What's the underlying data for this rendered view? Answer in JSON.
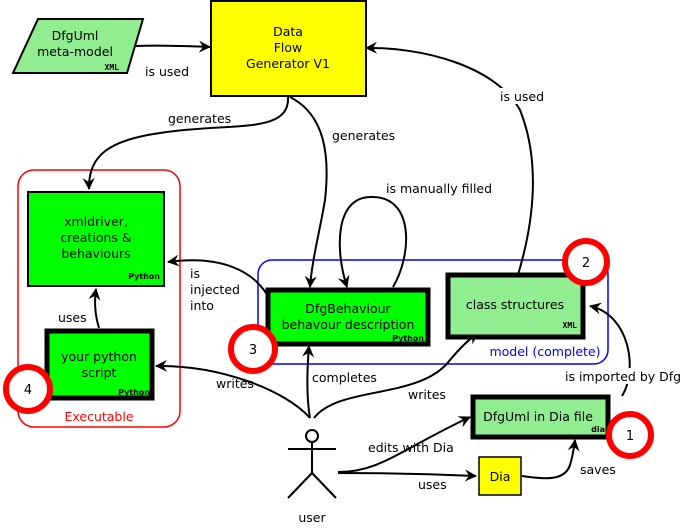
{
  "colors": {
    "yellow": "#ffff00",
    "bright_green": "#00ff00",
    "light_green": "#90ee90",
    "red": "#ff0000",
    "blue": "#0000ff",
    "black": "#000000"
  },
  "nodes": {
    "meta_model": {
      "lines": [
        "DfgUml",
        "meta-model"
      ],
      "tag": "XML"
    },
    "generator": {
      "lines": [
        "Data",
        "Flow",
        "Generator V1"
      ]
    },
    "xmldriver": {
      "lines": [
        "xmldriver,",
        "creations &",
        "behaviours"
      ],
      "tag": "Python"
    },
    "python_script": {
      "lines": [
        "your python",
        "script"
      ],
      "tag": "Python"
    },
    "behaviour": {
      "lines": [
        "DfgBehaviour",
        "behavour description"
      ],
      "tag": "Python"
    },
    "class_structures": {
      "lines": [
        "class structures"
      ],
      "tag": "XML"
    },
    "dia_file": {
      "lines": [
        "DfgUml in Dia file"
      ],
      "tag": "dia"
    },
    "dia_tool": {
      "lines": [
        "Dia"
      ]
    },
    "user": {
      "label": "user"
    }
  },
  "groups": {
    "executable": {
      "label": "Executable"
    },
    "model": {
      "label": "model (complete)"
    }
  },
  "step_markers": [
    "1",
    "2",
    "3",
    "4"
  ],
  "edges": {
    "meta_is_used": "is used",
    "gen_generates_left": "generates",
    "gen_generates_mid": "generates",
    "class_is_used": "is used",
    "manually_filled": "is manually filled",
    "injected": [
      "is",
      "injected",
      "into"
    ],
    "uses_script": "uses",
    "writes_script": "writes",
    "completes": "completes",
    "writes_class": "writes",
    "imported": "is imported by Dfg",
    "edits": "edits with Dia",
    "uses_dia": "uses",
    "saves": "saves"
  }
}
